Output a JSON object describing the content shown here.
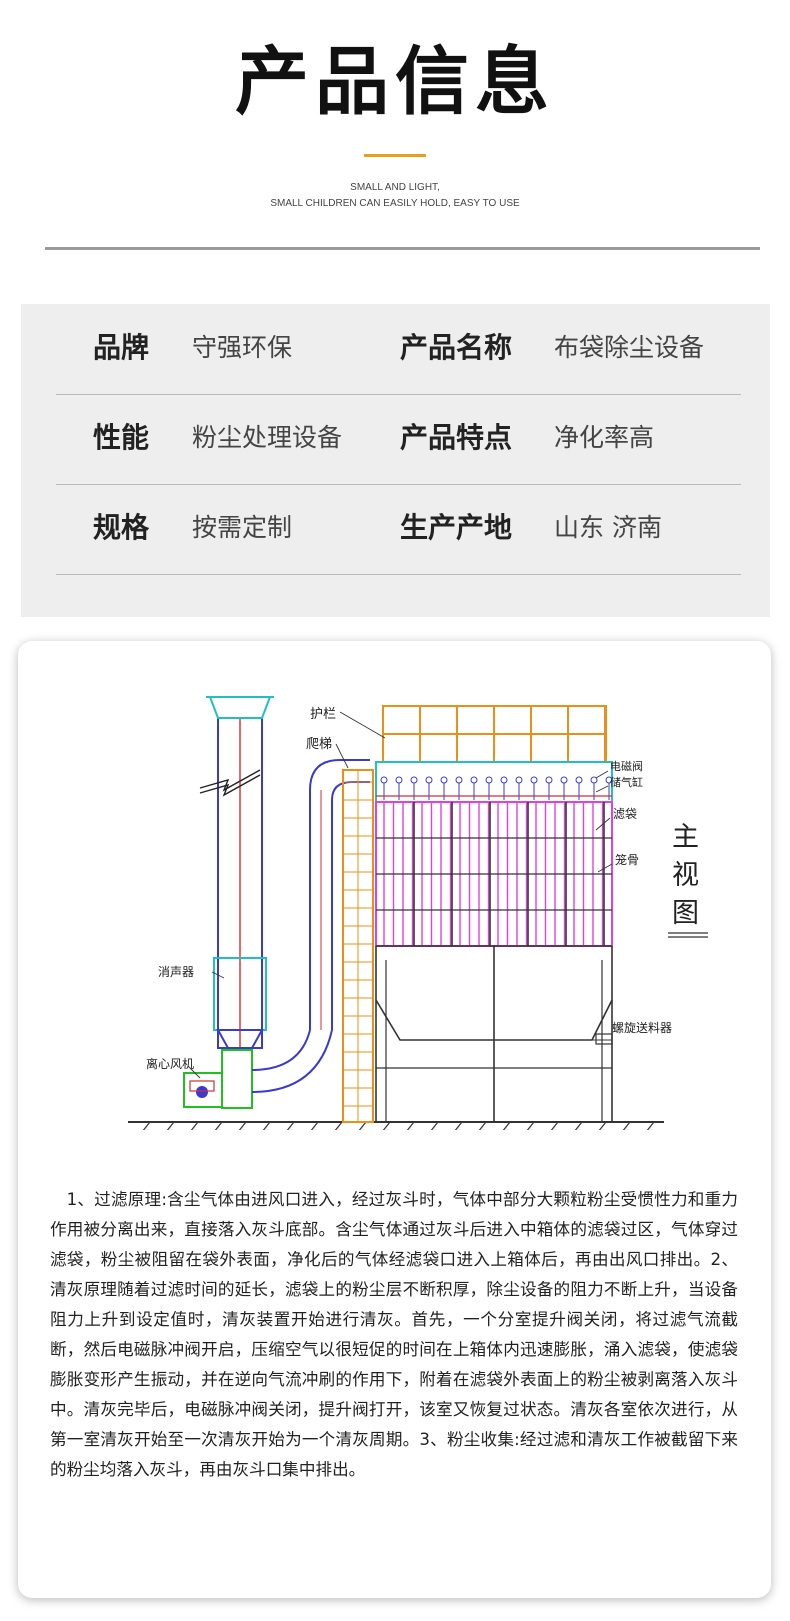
{
  "header": {
    "title": "产品信息",
    "subtitle_line1": "SMALL AND LIGHT,",
    "subtitle_line2": "SMALL CHILDREN CAN EASILY HOLD, EASY TO USE",
    "accent_color": "#e6a11c"
  },
  "specs": {
    "rows": [
      {
        "k1": "品牌",
        "v1": "守强环保",
        "k2": "产品名称",
        "v2": "布袋除尘设备"
      },
      {
        "k1": "性能",
        "v1": "粉尘处理设备",
        "k2": "产品特点",
        "v2": "净化率高"
      },
      {
        "k1": "规格",
        "v1": "按需定制",
        "k2": "生产产地",
        "v2": "山东 济南"
      }
    ]
  },
  "diagram": {
    "labels": {
      "guardrail": "护栏",
      "ladder": "爬梯",
      "solenoid_valve": "电磁阀",
      "air_tank": "储气缸",
      "filter_bag": "滤袋",
      "cage": "笼骨",
      "silencer": "消声器",
      "fan": "离心风机",
      "screw_conveyor": "螺旋送料器",
      "view_1": "主",
      "view_2": "视",
      "view_3": "图"
    },
    "colors": {
      "frame": "#e8901a",
      "bags": "#e040e0",
      "duct": "#3a3ad0",
      "tank": "#20c0c0",
      "fan": "#20c020",
      "stack": "#d03030"
    }
  },
  "description": "1、过滤原理:含尘气体由进风口进入，经过灰斗时，气体中部分大颗粒粉尘受惯性力和重力作用被分离出来，直接落入灰斗底部。含尘气体通过灰斗后进入中箱体的滤袋过区，气体穿过滤袋，粉尘被阻留在袋外表面，净化后的气体经滤袋口进入上箱体后，再由出风口排出。2、清灰原理随着过滤时间的延长，滤袋上的粉尘层不断积厚，除尘设备的阻力不断上升，当设备阻力上升到设定值时，清灰装置开始进行清灰。首先，一个分室提升阀关闭，将过滤气流截断，然后电磁脉冲阀开启，压缩空气以很短促的时间在上箱体内迅速膨胀，涌入滤袋，使滤袋膨胀变形产生振动，并在逆向气流冲刷的作用下，附着在滤袋外表面上的粉尘被剥离落入灰斗中。清灰完毕后，电磁脉冲阀关闭，提升阀打开，该室又恢复过状态。清灰各室依次进行，从第一室清灰开始至一次清灰开始为一个清灰周期。3、粉尘收集:经过滤和清灰工作被截留下来的粉尘均落入灰斗，再由灰斗口集中排出。"
}
